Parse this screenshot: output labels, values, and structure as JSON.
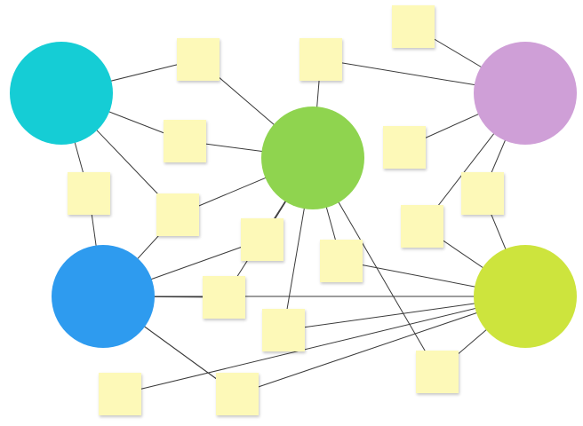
{
  "diagram": {
    "nodes": [
      {
        "id": "circle-cyan",
        "kind": "circle",
        "color": "#15cdd5"
      },
      {
        "id": "circle-green",
        "kind": "circle",
        "color": "#8fd44f"
      },
      {
        "id": "circle-purple",
        "kind": "circle",
        "color": "#cf9fd7"
      },
      {
        "id": "circle-blue",
        "kind": "circle",
        "color": "#2e9bef"
      },
      {
        "id": "circle-lime",
        "kind": "circle",
        "color": "#cde43d"
      },
      {
        "id": "note-1",
        "kind": "sticky-note",
        "text": ""
      },
      {
        "id": "note-2",
        "kind": "sticky-note",
        "text": ""
      },
      {
        "id": "note-3",
        "kind": "sticky-note",
        "text": ""
      },
      {
        "id": "note-4",
        "kind": "sticky-note",
        "text": ""
      },
      {
        "id": "note-5",
        "kind": "sticky-note",
        "text": ""
      },
      {
        "id": "note-6",
        "kind": "sticky-note",
        "text": ""
      },
      {
        "id": "note-7",
        "kind": "sticky-note",
        "text": ""
      },
      {
        "id": "note-8",
        "kind": "sticky-note",
        "text": ""
      },
      {
        "id": "note-9",
        "kind": "sticky-note",
        "text": ""
      },
      {
        "id": "note-10",
        "kind": "sticky-note",
        "text": ""
      },
      {
        "id": "note-11",
        "kind": "sticky-note",
        "text": ""
      },
      {
        "id": "note-12",
        "kind": "sticky-note",
        "text": ""
      },
      {
        "id": "note-13",
        "kind": "sticky-note",
        "text": ""
      },
      {
        "id": "note-14",
        "kind": "sticky-note",
        "text": ""
      },
      {
        "id": "note-15",
        "kind": "sticky-note",
        "text": ""
      },
      {
        "id": "note-16",
        "kind": "sticky-note",
        "text": ""
      },
      {
        "id": "note-17",
        "kind": "sticky-note",
        "text": ""
      }
    ],
    "edges": [
      [
        "circle-cyan",
        "note-1"
      ],
      [
        "circle-cyan",
        "note-4"
      ],
      [
        "circle-cyan",
        "note-7"
      ],
      [
        "circle-cyan",
        "note-6"
      ],
      [
        "note-6",
        "circle-blue"
      ],
      [
        "note-1",
        "circle-green"
      ],
      [
        "note-4",
        "circle-green"
      ],
      [
        "note-2",
        "circle-green"
      ],
      [
        "note-7",
        "circle-green"
      ],
      [
        "note-10",
        "circle-green"
      ],
      [
        "note-11",
        "circle-green"
      ],
      [
        "note-12",
        "circle-green"
      ],
      [
        "note-13",
        "circle-green"
      ],
      [
        "note-14",
        "circle-green"
      ],
      [
        "note-2",
        "circle-purple"
      ],
      [
        "note-3",
        "circle-purple"
      ],
      [
        "note-5",
        "circle-purple"
      ],
      [
        "note-8",
        "circle-purple"
      ],
      [
        "note-9",
        "circle-purple"
      ],
      [
        "note-7",
        "circle-blue"
      ],
      [
        "note-10",
        "circle-blue"
      ],
      [
        "note-12",
        "circle-blue"
      ],
      [
        "note-16",
        "circle-blue"
      ],
      [
        "note-17",
        "circle-blue"
      ],
      [
        "note-13",
        "circle-lime"
      ],
      [
        "note-8",
        "circle-lime"
      ],
      [
        "note-9",
        "circle-lime"
      ],
      [
        "note-11",
        "circle-lime"
      ],
      [
        "note-14",
        "circle-lime"
      ],
      [
        "note-15",
        "circle-lime"
      ],
      [
        "note-17",
        "circle-lime"
      ],
      [
        "circle-blue",
        "circle-lime"
      ]
    ]
  }
}
